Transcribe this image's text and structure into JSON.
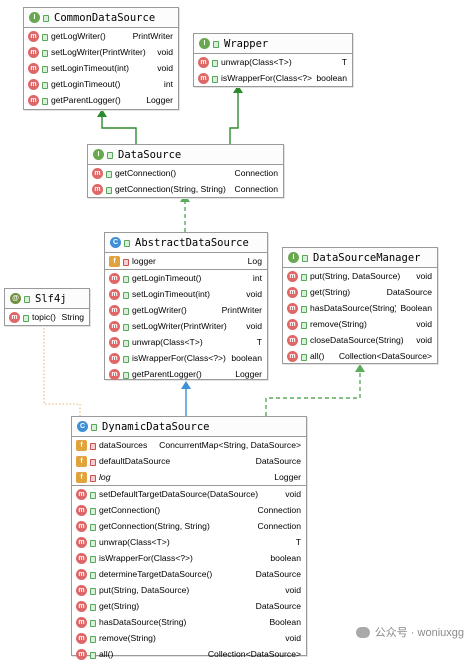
{
  "classes": {
    "common_data_source": {
      "name": "CommonDataSource",
      "kind": "interface",
      "methods": [
        {
          "name": "getLogWriter()",
          "type": "PrintWriter"
        },
        {
          "name": "setLogWriter(PrintWriter)",
          "type": "void"
        },
        {
          "name": "setLoginTimeout(int)",
          "type": "void"
        },
        {
          "name": "getLoginTimeout()",
          "type": "int"
        },
        {
          "name": "getParentLogger()",
          "type": "Logger"
        }
      ]
    },
    "wrapper": {
      "name": "Wrapper",
      "kind": "interface",
      "methods": [
        {
          "name": "unwrap(Class<T>)",
          "type": "T"
        },
        {
          "name": "isWrapperFor(Class<?>)",
          "type": "boolean"
        }
      ]
    },
    "data_source": {
      "name": "DataSource",
      "kind": "interface",
      "methods": [
        {
          "name": "getConnection()",
          "type": "Connection"
        },
        {
          "name": "getConnection(String, String)",
          "type": "Connection"
        }
      ]
    },
    "abstract_data_source": {
      "name": "AbstractDataSource",
      "kind": "abstract class",
      "fields": [
        {
          "name": "logger",
          "type": "Log"
        }
      ],
      "methods": [
        {
          "name": "getLoginTimeout()",
          "type": "int"
        },
        {
          "name": "setLoginTimeout(int)",
          "type": "void"
        },
        {
          "name": "getLogWriter()",
          "type": "PrintWriter"
        },
        {
          "name": "setLogWriter(PrintWriter)",
          "type": "void"
        },
        {
          "name": "unwrap(Class<T>)",
          "type": "T"
        },
        {
          "name": "isWrapperFor(Class<?>)",
          "type": "boolean"
        },
        {
          "name": "getParentLogger()",
          "type": "Logger"
        }
      ]
    },
    "data_source_manager": {
      "name": "DataSourceManager",
      "kind": "interface",
      "methods": [
        {
          "name": "put(String, DataSource)",
          "type": "void"
        },
        {
          "name": "get(String)",
          "type": "DataSource"
        },
        {
          "name": "hasDataSource(String)",
          "type": "Boolean"
        },
        {
          "name": "remove(String)",
          "type": "void"
        },
        {
          "name": "closeDataSource(String)",
          "type": "void"
        },
        {
          "name": "all()",
          "type": "Collection<DataSource>"
        }
      ]
    },
    "slf4j": {
      "name": "Slf4j",
      "kind": "annotation",
      "methods": [
        {
          "name": "topic()",
          "type": "String"
        }
      ]
    },
    "dynamic_data_source": {
      "name": "DynamicDataSource",
      "kind": "class",
      "fields": [
        {
          "name": "dataSources",
          "type": "ConcurrentMap<String, DataSource>"
        },
        {
          "name": "defaultDataSource",
          "type": "DataSource"
        },
        {
          "name": "log",
          "type": "Logger"
        }
      ],
      "methods": [
        {
          "name": "setDefaultTargetDataSource(DataSource)",
          "type": "void"
        },
        {
          "name": "getConnection()",
          "type": "Connection"
        },
        {
          "name": "getConnection(String, String)",
          "type": "Connection"
        },
        {
          "name": "unwrap(Class<T>)",
          "type": "T"
        },
        {
          "name": "isWrapperFor(Class<?>)",
          "type": "boolean"
        },
        {
          "name": "determineTargetDataSource()",
          "type": "DataSource"
        },
        {
          "name": "put(String, DataSource)",
          "type": "void"
        },
        {
          "name": "get(String)",
          "type": "DataSource"
        },
        {
          "name": "hasDataSource(String)",
          "type": "Boolean"
        },
        {
          "name": "remove(String)",
          "type": "void"
        },
        {
          "name": "all()",
          "type": "Collection<DataSource>"
        }
      ]
    }
  },
  "icons": {
    "interface": "interface-icon",
    "class": "class-icon",
    "annotation": "annotation-icon",
    "method": "method-icon",
    "field": "field-icon"
  },
  "colors": {
    "extends_edge": "#2e8b2e",
    "implements_edge": "#5bab5b",
    "class_extends_edge": "#3d8fd8",
    "annotation_edge": "#e8b070"
  },
  "watermark": {
    "text": "公众号 · woniuxgg"
  }
}
